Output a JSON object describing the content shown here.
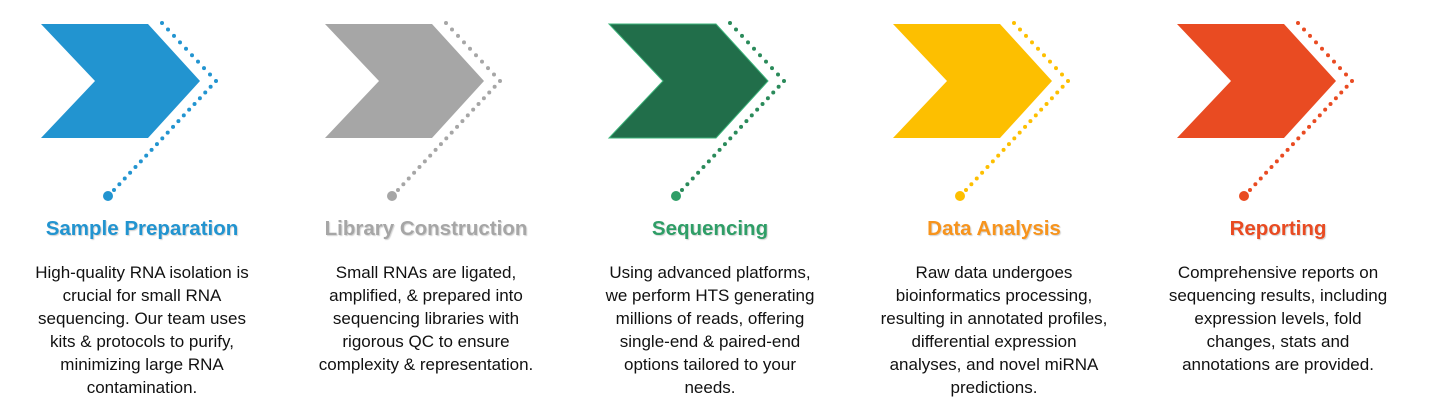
{
  "steps": [
    {
      "title": "Sample Preparation",
      "color": "#2294d0",
      "title_color": "#2294d0",
      "icon": "chevron-arrow",
      "lines": [
        "High-quality RNA isolation is",
        "crucial for small RNA",
        "sequencing. Our team uses",
        "kits & protocols to purify,",
        "minimizing large RNA",
        "contamination."
      ]
    },
    {
      "title": "Library Construction",
      "color": "#a6a6a6",
      "title_color": "#a6a6a6",
      "icon": "chevron-arrow",
      "lines": [
        "Small RNAs are ligated,",
        "amplified, & prepared into",
        "sequencing libraries with",
        "rigorous QC to ensure",
        "complexity & representation."
      ]
    },
    {
      "title": "Sequencing",
      "color": "#216e4a",
      "title_color": "#2f9e67",
      "icon": "chevron-arrow",
      "lines": [
        "Using advanced platforms,",
        "we perform HTS generating",
        "millions of reads, offering",
        "single-end & paired-end",
        "options tailored to your",
        "needs."
      ]
    },
    {
      "title": "Data Analysis",
      "color": "#fdbf00",
      "title_color": "#f7941d",
      "icon": "chevron-arrow",
      "lines": [
        "Raw data undergoes",
        "bioinformatics processing,",
        "resulting in annotated profiles,",
        "differential expression",
        "analyses, and novel miRNA",
        "predictions."
      ]
    },
    {
      "title": "Reporting",
      "color": "#e94b22",
      "title_color": "#e94b22",
      "icon": "chevron-arrow",
      "lines": [
        "Comprehensive reports on",
        "sequencing results, including",
        "expression levels, fold",
        "changes, stats and",
        "annotations are provided."
      ]
    }
  ]
}
